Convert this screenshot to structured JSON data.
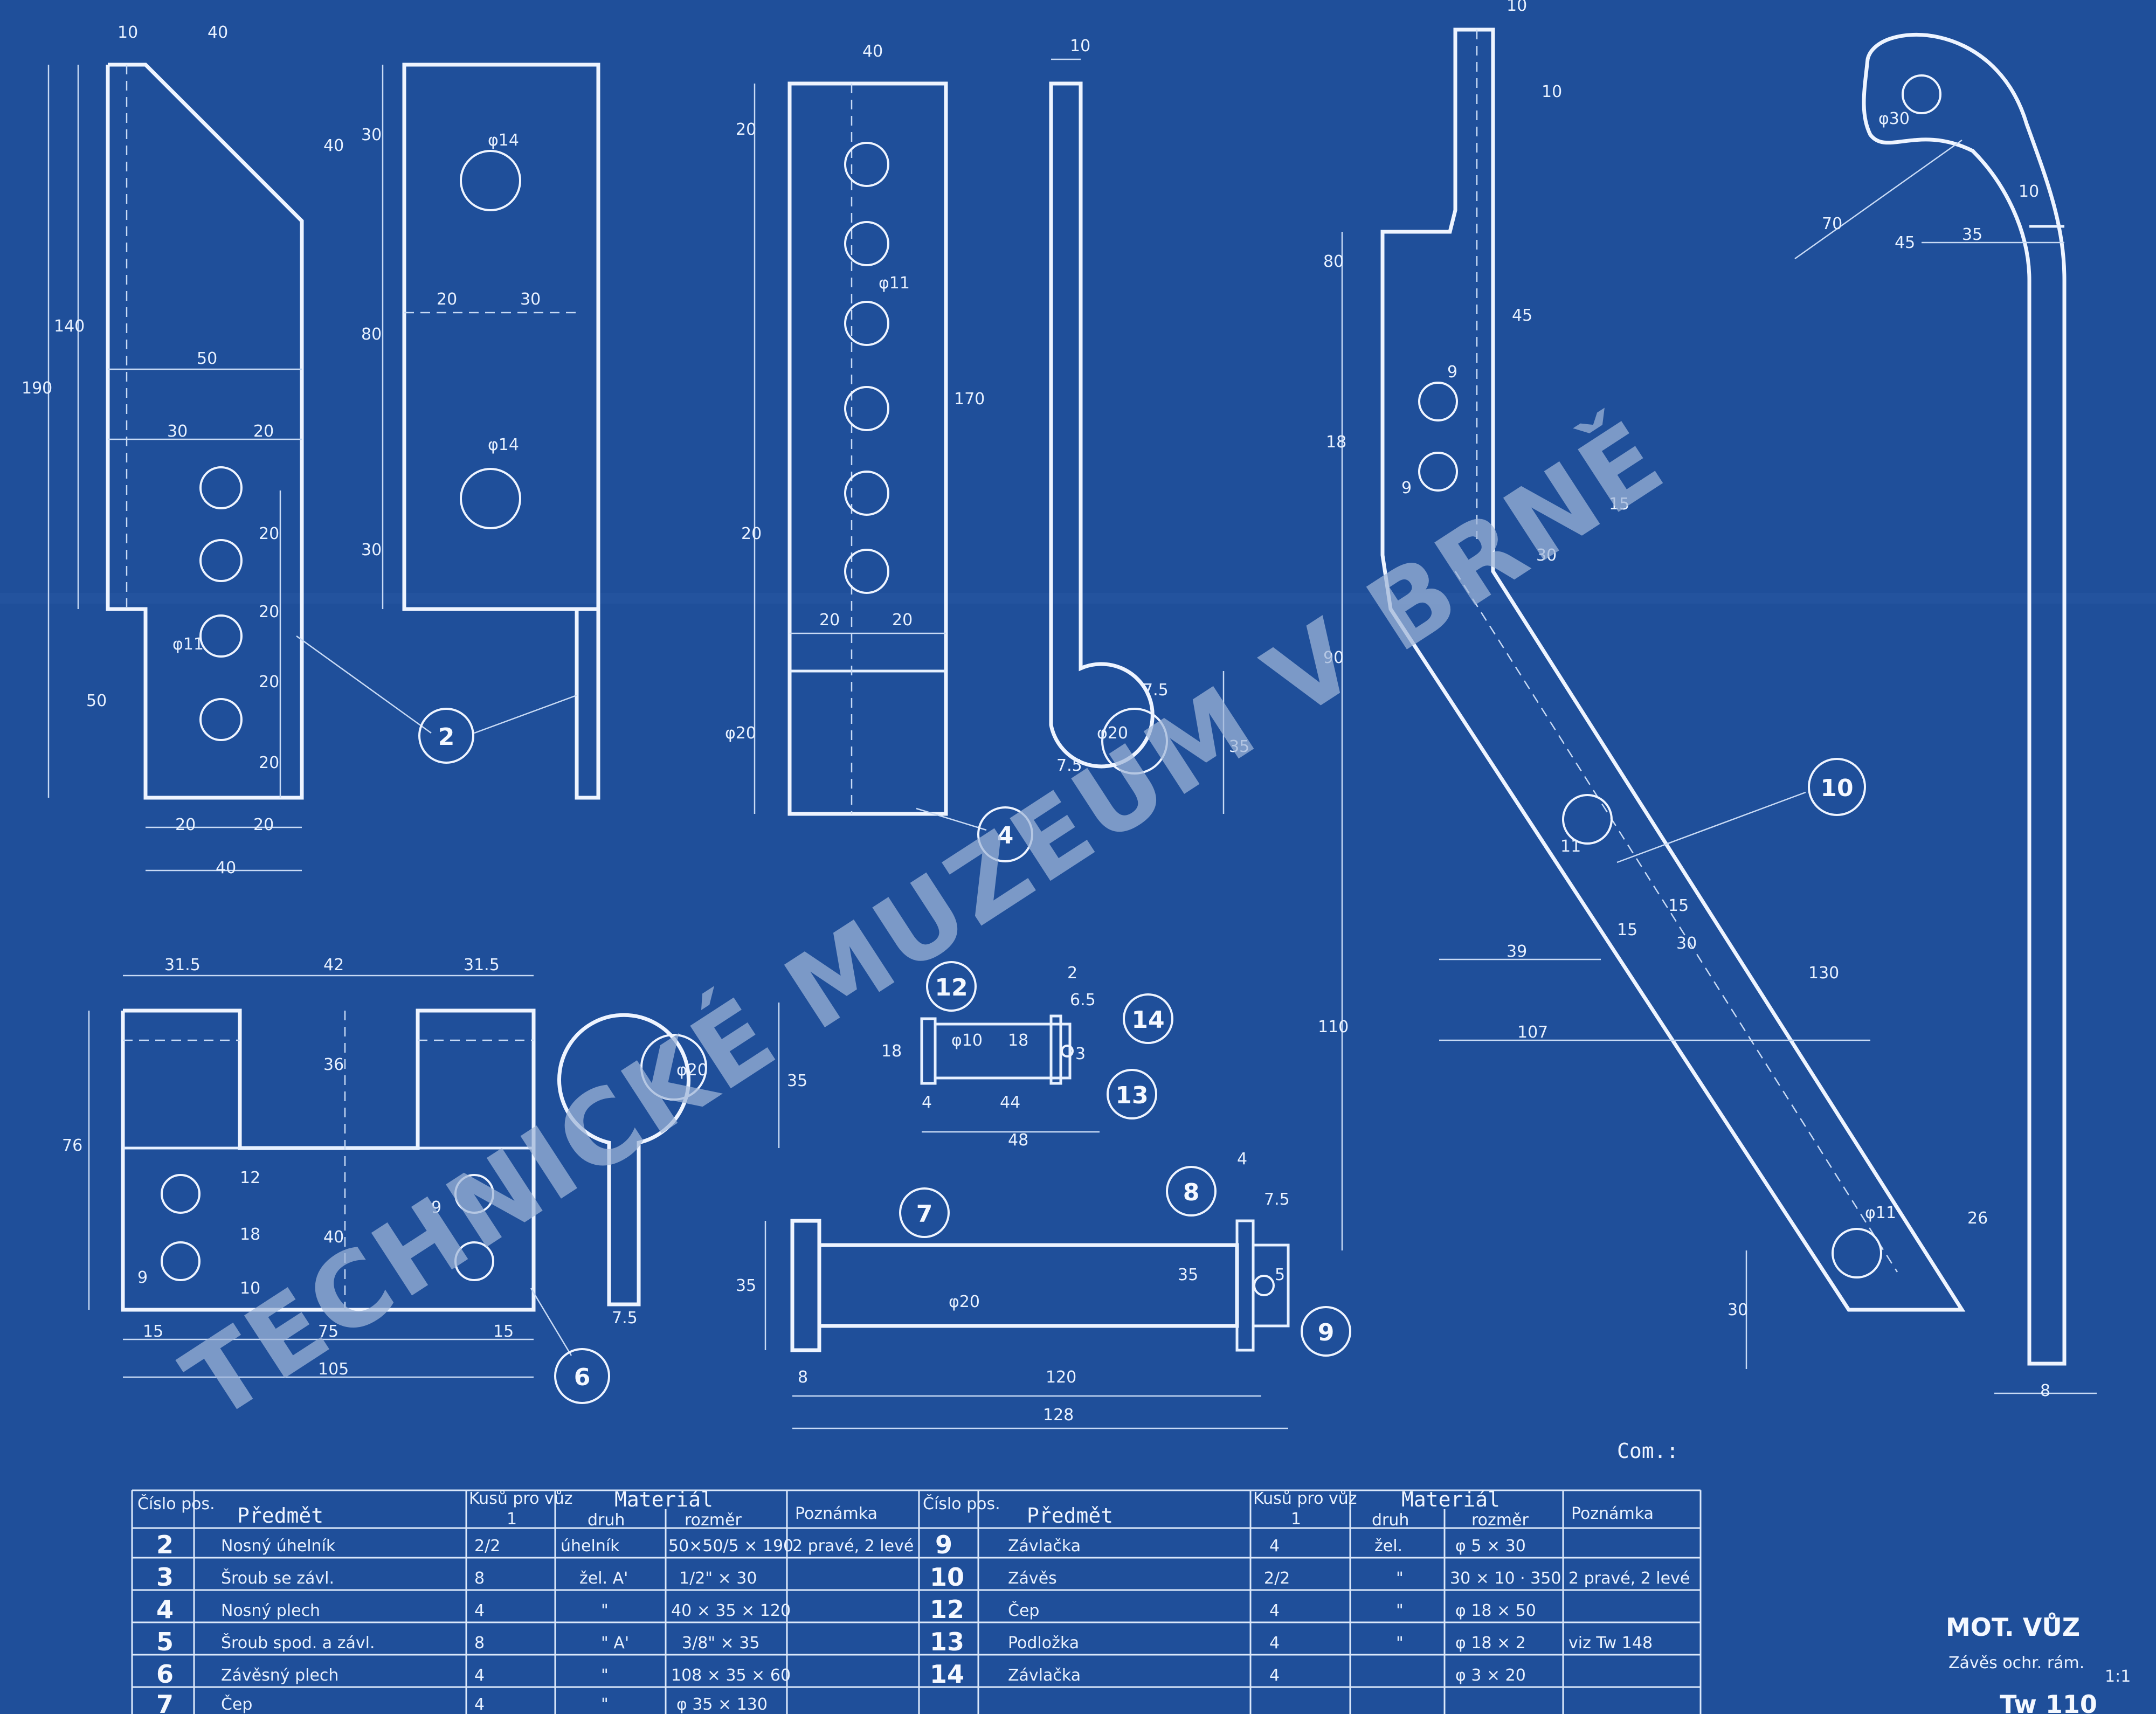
{
  "dims": {
    "p2": [
      "10",
      "40",
      "40",
      "140",
      "190",
      "50",
      "30",
      "20",
      "20",
      "20",
      "20",
      "20",
      "50",
      "20",
      "20",
      "40",
      "φ11"
    ],
    "p2side": [
      "30",
      "80",
      "30",
      "20",
      "30",
      "φ14",
      "φ14"
    ],
    "p4": [
      "40",
      "20",
      "20",
      "φ11",
      "170",
      "20",
      "20",
      "φ20"
    ],
    "p4side": [
      "10",
      "7.5",
      "7.5",
      "φ20",
      "35"
    ],
    "p10": [
      "10",
      "10",
      "80",
      "45",
      "18",
      "9",
      "9",
      "90",
      "110",
      "15",
      "30",
      "11",
      "39",
      "15",
      "15",
      "30",
      "107",
      "130",
      "φ11",
      "26",
      "30"
    ],
    "p10side": [
      "φ30",
      "70",
      "45",
      "10",
      "35",
      "8"
    ],
    "p6": [
      "31.5",
      "42",
      "31.5",
      "36",
      "76",
      "12",
      "18",
      "40",
      "9",
      "9",
      "10",
      "15",
      "75",
      "15",
      "105",
      "φ20",
      "35",
      "7.5"
    ],
    "p12": [
      "2",
      "6.5",
      "18",
      "φ10",
      "18",
      "3",
      "4",
      "44",
      "48"
    ],
    "p7": [
      "35",
      "35",
      "φ20",
      "8",
      "120",
      "128",
      "4",
      "7.5",
      "5"
    ]
  },
  "callouts": [
    "2",
    "4",
    "6",
    "7",
    "8",
    "9",
    "10",
    "12",
    "13",
    "14"
  ],
  "note": "Com.:",
  "watermark": "TECHNICKÉ MUZEUM V BRNĚ",
  "title_block": {
    "vehicle": "MOT. VŮZ",
    "part": "Závěs ochr. rám.",
    "scale": "1:1",
    "drawing_no": "Tw 110"
  },
  "table": {
    "headers": {
      "pos": "Číslo pos.",
      "item": "Předmět",
      "qty": "Kusů pro vůz",
      "qty_sub": "1",
      "material": "Materiál",
      "mat_kind": "druh",
      "mat_size": "rozměr",
      "note": "Poznámka"
    },
    "left_rows": [
      {
        "pos": "2",
        "item": "Nosný úhelník",
        "qty": "2/2",
        "kind": "úhelník",
        "size": "50×50/5 × 190",
        "note": "2 pravé, 2 levé"
      },
      {
        "pos": "3",
        "item": "Šroub se závl.",
        "qty": "8",
        "kind": "žel. A'",
        "size": "1/2\" × 30",
        "note": ""
      },
      {
        "pos": "4",
        "item": "Nosný plech",
        "qty": "4",
        "kind": "\"",
        "size": "40 × 35 × 120",
        "note": ""
      },
      {
        "pos": "5",
        "item": "Šroub spod. a závl.",
        "qty": "8",
        "kind": "\" A'",
        "size": "3/8\" × 35",
        "note": ""
      },
      {
        "pos": "6",
        "item": "Závěsný plech",
        "qty": "4",
        "kind": "\"",
        "size": "108 × 35 × 60",
        "note": ""
      },
      {
        "pos": "7",
        "item": "Čep",
        "qty": "4",
        "kind": "\"",
        "size": "φ 35 × 130",
        "note": ""
      }
    ],
    "right_rows": [
      {
        "pos": "9",
        "item": "Závlačka",
        "qty": "4",
        "kind": "žel.",
        "size": "φ 5 × 30",
        "note": ""
      },
      {
        "pos": "10",
        "item": "Závěs",
        "qty": "2/2",
        "kind": "\"",
        "size": "30 × 10 · 350",
        "note": "2 pravé, 2 levé"
      },
      {
        "pos": "12",
        "item": "Čep",
        "qty": "4",
        "kind": "\"",
        "size": "φ 18 × 50",
        "note": ""
      },
      {
        "pos": "13",
        "item": "Podložka",
        "qty": "4",
        "kind": "\"",
        "size": "φ 18 × 2",
        "note": "viz Tw 148"
      },
      {
        "pos": "14",
        "item": "Závlačka",
        "qty": "4",
        "kind": "",
        "size": "φ 3 × 20",
        "note": ""
      }
    ]
  }
}
